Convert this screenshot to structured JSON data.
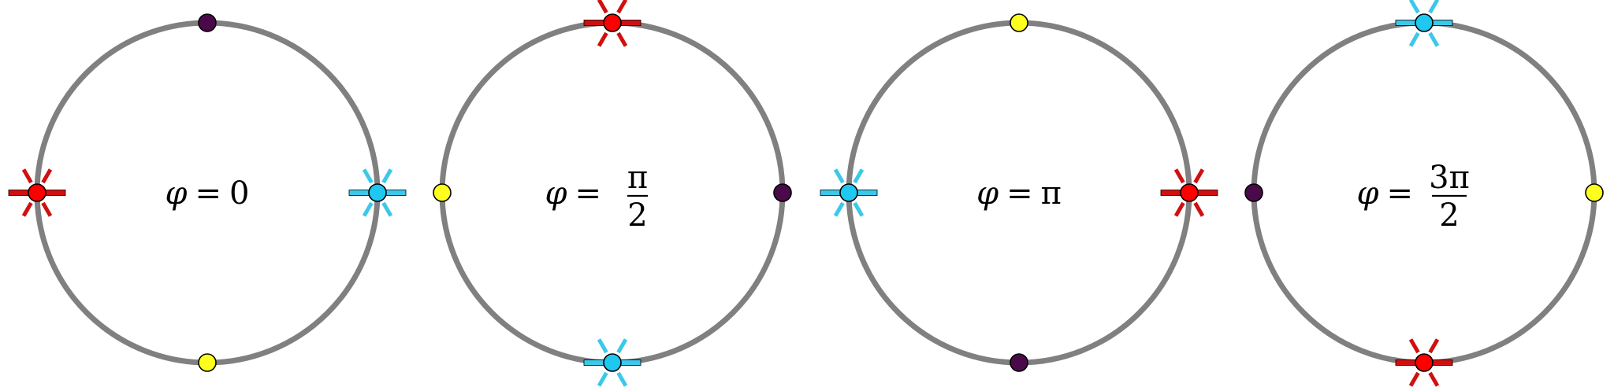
{
  "colors": {
    "ring": "#808080",
    "red": "#ff0000",
    "red_ray": "#d01010",
    "cyan": "#1ec8f0",
    "cyan_ray": "#3cc8e8",
    "yellow": "#ffff1e",
    "purple": "#4a0a4a",
    "outline": "#000000"
  },
  "icons": {
    "emitting_dot": "starburst-dot-icon",
    "plain_dot": "dot-icon"
  },
  "panels": [
    {
      "label_symbol": "φ",
      "label_equals": "=",
      "label_value": "0",
      "label_fraction": null,
      "nodes": {
        "left": "red-star",
        "right": "cyan-star",
        "top": "purple",
        "bottom": "yellow"
      }
    },
    {
      "label_symbol": "φ",
      "label_equals": "=",
      "label_value": null,
      "label_fraction": {
        "numerator": "π",
        "denominator": "2"
      },
      "nodes": {
        "left": "yellow",
        "right": "purple",
        "top": "red-star",
        "bottom": "cyan-star"
      }
    },
    {
      "label_symbol": "φ",
      "label_equals": "=",
      "label_value": "π",
      "label_fraction": null,
      "nodes": {
        "left": "cyan-star",
        "right": "red-star",
        "top": "yellow",
        "bottom": "purple"
      }
    },
    {
      "label_symbol": "φ",
      "label_equals": "=",
      "label_value": null,
      "label_fraction": {
        "numerator": "3π",
        "denominator": "2"
      },
      "nodes": {
        "left": "purple",
        "right": "yellow",
        "top": "cyan-star",
        "bottom": "red-star"
      }
    }
  ]
}
